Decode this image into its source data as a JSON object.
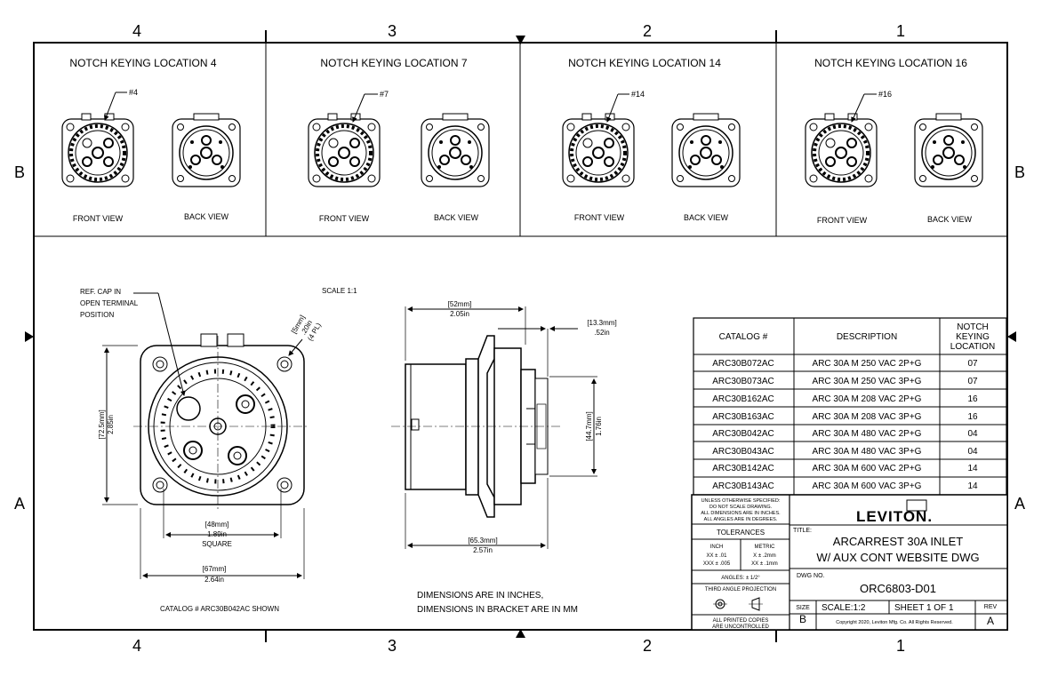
{
  "zones": {
    "columns": [
      "4",
      "3",
      "2",
      "1"
    ],
    "rows": [
      "B",
      "A"
    ]
  },
  "keying_views": [
    {
      "title": "NOTCH KEYING LOCATION 4",
      "callout": "#4",
      "front": "FRONT VIEW",
      "back": "BACK VIEW"
    },
    {
      "title": "NOTCH KEYING LOCATION 7",
      "callout": "#7",
      "front": "FRONT VIEW",
      "back": "BACK VIEW"
    },
    {
      "title": "NOTCH KEYING LOCATION 14",
      "callout": "#14",
      "front": "FRONT VIEW",
      "back": "BACK VIEW"
    },
    {
      "title": "NOTCH KEYING LOCATION 16",
      "callout": "#16",
      "front": "FRONT VIEW",
      "back": "BACK VIEW"
    }
  ],
  "front_drawing": {
    "ref_cap_note": [
      "REF. CAP IN",
      "OPEN TERMINAL",
      "POSITION"
    ],
    "scale": "SCALE 1:1",
    "hole_dim": [
      "[5mm]",
      ".20in",
      "(4 PL)"
    ],
    "height_dim": [
      "[72.5mm]",
      "2.85in"
    ],
    "square_dim": [
      "[48mm]",
      "1.89in",
      "SQUARE"
    ],
    "width_dim": [
      "[67mm]",
      "2.64in"
    ],
    "catalog_shown": "CATALOG # ARC30B042AC SHOWN"
  },
  "side_drawing": {
    "width_dim": [
      "[52mm]",
      "2.05in"
    ],
    "flange_dim": [
      "[13.3mm]",
      ".52in"
    ],
    "height_dim": [
      "[44.7mm]",
      "1.76in"
    ],
    "depth_dim": [
      "[65.3mm]",
      "2.57in"
    ]
  },
  "notes": [
    "DIMENSIONS ARE IN INCHES,",
    "DIMENSIONS IN BRACKET ARE IN MM"
  ],
  "catalog_table": {
    "headers": {
      "catalog": "CATALOG #",
      "description": "DESCRIPTION",
      "notch": [
        "NOTCH",
        "KEYING",
        "LOCATION"
      ]
    },
    "rows": [
      {
        "catalog": "ARC30B072AC",
        "description": "ARC 30A M 250 VAC 2P+G",
        "notch": "07"
      },
      {
        "catalog": "ARC30B073AC",
        "description": "ARC 30A M 250 VAC 3P+G",
        "notch": "07"
      },
      {
        "catalog": "ARC30B162AC",
        "description": "ARC 30A M 208 VAC 2P+G",
        "notch": "16"
      },
      {
        "catalog": "ARC30B163AC",
        "description": "ARC 30A M 208 VAC 3P+G",
        "notch": "16"
      },
      {
        "catalog": "ARC30B042AC",
        "description": "ARC 30A M 480 VAC 2P+G",
        "notch": "04"
      },
      {
        "catalog": "ARC30B043AC",
        "description": "ARC 30A M 480 VAC 3P+G",
        "notch": "04"
      },
      {
        "catalog": "ARC30B142AC",
        "description": "ARC 30A M 600 VAC 2P+G",
        "notch": "14"
      },
      {
        "catalog": "ARC30B143AC",
        "description": "ARC 30A M 600 VAC 3P+G",
        "notch": "14"
      }
    ]
  },
  "title_block": {
    "unless": [
      "UNLESS OTHERWISE SPECIFIED:",
      "DO NOT SCALE DRAWING.",
      "ALL DIMENSIONS ARE IN INCHES.",
      "ALL ANGLES ARE IN DEGREES."
    ],
    "tolerances": "TOLERANCES",
    "inch_label": "INCH",
    "metric_label": "METRIC",
    "inch_tol": [
      "XX  ± .01",
      "XXX ± .005"
    ],
    "metric_tol": [
      "X   ± .2mm",
      "XX  ± .1mm"
    ],
    "angles": "ANGLES: ± 1/2°",
    "projection": "THIRD ANGLE PROJECTION",
    "printed": [
      "ALL PRINTED COPIES",
      "ARE UNCONTROLLED"
    ],
    "logo": "LEVITON.",
    "title_label": "TITLE:",
    "title": [
      "ARCARREST 30A INLET",
      "W/ AUX CONT WEBSITE DWG"
    ],
    "dwg_label": "DWG NO.",
    "dwg_no": "ORC6803-D01",
    "size_label": "SIZE",
    "size": "B",
    "scale": "SCALE:1:2",
    "sheet": "SHEET 1 OF 1",
    "rev_label": "REV",
    "rev": "A",
    "copyright": "Copyright 2020, Leviton Mfg. Co. All Rights Reserved."
  }
}
